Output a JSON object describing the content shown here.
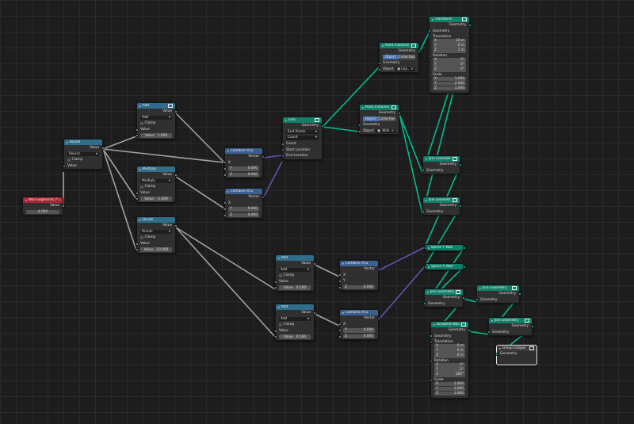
{
  "colors": {
    "link_default": "#b8b8b8",
    "link_geometry": "#00d6a3",
    "link_vector": "#6363c7"
  },
  "nodes": {
    "wall_segments": {
      "title": "Wall Segments (*-2)",
      "out": "Value",
      "value": "4.000"
    },
    "round": {
      "title": "Round",
      "out": "Value",
      "mode": "Round",
      "clamp": "Clamp",
      "in": "Value"
    },
    "add1": {
      "title": "Add",
      "out": "Value",
      "mode": "Add",
      "clamp": "Clamp",
      "in": "Value",
      "val_label": "Value",
      "val": "1.000"
    },
    "multiply": {
      "title": "Multiply",
      "out": "Value",
      "mode": "Multiply",
      "clamp": "Clamp",
      "in": "Value",
      "val_label": "Value",
      "val": "-1.000"
    },
    "divide": {
      "title": "Divide",
      "out": "Value",
      "mode": "Divide",
      "clamp": "Clamp",
      "in": "Value",
      "val_label": "Value",
      "val": "10.000"
    },
    "combine1": {
      "title": "Combine XYZ",
      "out": "Vector",
      "x": "X",
      "y_label": "Y",
      "y": "0.000",
      "z_label": "Z",
      "z": "0.000"
    },
    "combine2": {
      "title": "Combine XYZ",
      "out": "Vector",
      "x": "X",
      "y_label": "Y",
      "y": "0.000",
      "z_label": "Z",
      "z": "0.000"
    },
    "line": {
      "title": "Line",
      "out": "Geometry",
      "mode": "End Points",
      "count_mode": "Count",
      "count": "Count",
      "start": "Start Location",
      "end": "End Location"
    },
    "pi1": {
      "title": "Point Instance",
      "out": "Geometry",
      "opt_a": "Object",
      "opt_b": "Collection",
      "in": "Geometry",
      "obj_label": "Object",
      "obj": "Lay..."
    },
    "pi2": {
      "title": "Point Instance",
      "out": "Geometry",
      "opt_a": "Object",
      "opt_b": "Collection",
      "in": "Geometry",
      "obj_label": "Object",
      "obj": "Wall"
    },
    "transform1": {
      "title": "Transform",
      "out": "Geometry",
      "in": "Geometry",
      "translation": "Translation",
      "t": [
        [
          "X",
          "10 m"
        ],
        [
          "Y",
          "0 m"
        ],
        [
          "Z",
          "1 m"
        ]
      ],
      "rotation": "Rotation",
      "r": [
        [
          "X",
          "0°"
        ],
        [
          "Y",
          "0°"
        ],
        [
          "Z",
          "0°"
        ]
      ],
      "scale": "Scale",
      "s": [
        [
          "X",
          "1.000"
        ],
        [
          "Y",
          "2.000"
        ],
        [
          "Z",
          "1.000"
        ]
      ]
    },
    "join1": {
      "title": "Join Geometry",
      "out": "Geometry",
      "in": "Geometry"
    },
    "join2": {
      "title": "Join Geometry",
      "out": "Geometry",
      "in": "Geometry"
    },
    "add2": {
      "title": "Add",
      "out": "Value",
      "mode": "Add",
      "clamp": "Clamp",
      "in": "Value",
      "val_label": "Value",
      "val": "0.500"
    },
    "add3": {
      "title": "Add",
      "out": "Value",
      "mode": "Add",
      "clamp": "Clamp",
      "in": "Value",
      "val_label": "Value",
      "val": "0.500"
    },
    "combine3": {
      "title": "Combine XYZ",
      "out": "Vector",
      "x": "X",
      "y": "Y",
      "z_label": "Z",
      "z": "0.000"
    },
    "combine4": {
      "title": "Combine XYZ",
      "out": "Vector",
      "x": "X",
      "y_label": "Y",
      "y": "0.000",
      "z_label": "Z",
      "z": "0.000"
    },
    "reroute1": {
      "title": "Spline Y Wall"
    },
    "reroute2": {
      "title": "Spline X Wall"
    },
    "join3": {
      "title": "Join Geometry",
      "out": "Geometry",
      "in": "Geometry"
    },
    "join4": {
      "title": "Join Geometry",
      "out": "Geometry",
      "in": "Geometry"
    },
    "join5": {
      "title": "Join Geometry",
      "out": "Geometry",
      "in": "Geometry"
    },
    "transform2": {
      "title": "Disabled Walls",
      "out": "Geometry",
      "in": "Geometry",
      "translation": "Translation",
      "t": [
        [
          "X",
          "0 m"
        ],
        [
          "Y",
          "0 m"
        ],
        [
          "Z",
          "0 m"
        ]
      ],
      "rotation": "Rotation",
      "r": [
        [
          "X",
          "0°"
        ],
        [
          "Y",
          "0°"
        ],
        [
          "Z",
          "180°"
        ]
      ],
      "scale": "Scale",
      "s": [
        [
          "X",
          "1.000"
        ],
        [
          "Y",
          "1.000"
        ],
        [
          "Z",
          "1.000"
        ]
      ]
    },
    "group_output": {
      "title": "Group Output",
      "in": "Geometry"
    }
  }
}
